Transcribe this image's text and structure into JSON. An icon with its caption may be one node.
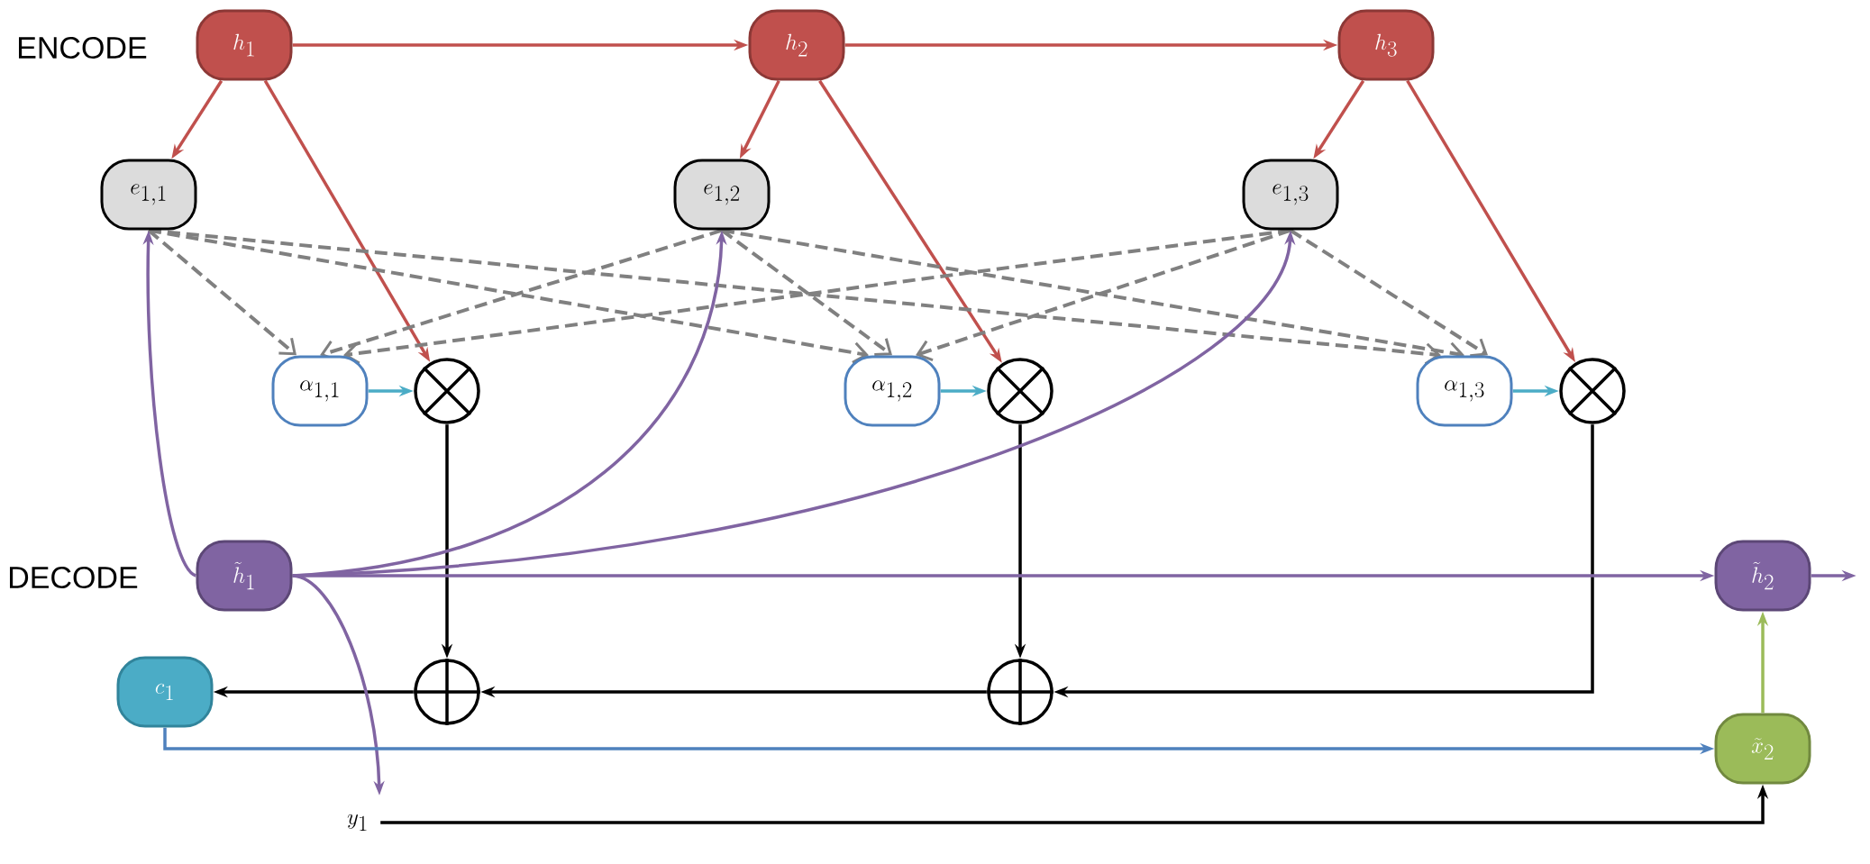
{
  "diagram": {
    "nodes": [
      {
        "text": [
          "h_1"
        ]
      },
      {
        "text": [
          "h_2"
        ]
      },
      {
        "text": [
          "h_3"
        ]
      },
      {
        "text": [
          "e_{1,1}"
        ]
      },
      {
        "text": [
          "e_{1,2}"
        ]
      },
      {
        "text": [
          "e_{1,3}"
        ]
      },
      {
        "text": [
          "\\alpha_{1,1}"
        ]
      },
      {
        "text": [],
        "shape": "cross"
      },
      {
        "text": [
          "\\alpha_{1,2}"
        ]
      },
      {
        "text": [],
        "shape": "cross"
      },
      {
        "text": [
          "\\alpha_{1,3}"
        ]
      },
      {
        "text": [],
        "shape": "cross"
      },
      {
        "text": [
          "\\tilde{h}_1"
        ]
      },
      {
        "text": [
          "\\tilde{h}_2"
        ]
      },
      {
        "text": [
          "c_1"
        ]
      },
      {
        "text": [],
        "shape": "plus"
      },
      {
        "text": [],
        "shape": "plus"
      },
      {
        "text": [
          "\\tilde{x}_2"
        ]
      },
      {
        "text": [
          "y_1"
        ]
      }
    ],
    "edges": [
      {
        "from": 0,
        "to": 1,
        "arrow": "to",
        "color": "#c0504d"
      },
      {
        "from": 1,
        "to": 2,
        "arrow": "to",
        "color": "#c0504d"
      },
      {
        "from": 0,
        "to": 3,
        "arrow": "to",
        "color": "#c0504d"
      },
      {
        "from": 0,
        "to": 7,
        "arrow": "to",
        "color": "#c0504d"
      },
      {
        "from": 1,
        "to": 4,
        "arrow": "to",
        "color": "#c0504d"
      },
      {
        "from": 1,
        "to": 9,
        "arrow": "to",
        "color": "#c0504d"
      },
      {
        "from": 2,
        "to": 5,
        "arrow": "to",
        "color": "#c0504d"
      },
      {
        "from": 2,
        "to": 11,
        "arrow": "to",
        "color": "#c0504d"
      },
      {
        "from": 3,
        "to": 6,
        "arrow": "to",
        "style": "dashed",
        "color": "#808080"
      },
      {
        "from": 3,
        "to": 8,
        "arrow": "to",
        "style": "dashed",
        "color": "#808080"
      },
      {
        "from": 3,
        "to": 10,
        "arrow": "to",
        "style": "dashed",
        "color": "#808080"
      },
      {
        "from": 4,
        "to": 6,
        "arrow": "to",
        "style": "dashed",
        "color": "#808080"
      },
      {
        "from": 4,
        "to": 8,
        "arrow": "to",
        "style": "dashed",
        "color": "#808080"
      },
      {
        "from": 4,
        "to": 10,
        "arrow": "to",
        "style": "dashed",
        "color": "#808080"
      },
      {
        "from": 5,
        "to": 6,
        "arrow": "to",
        "style": "dashed",
        "color": "#808080"
      },
      {
        "from": 5,
        "to": 8,
        "arrow": "to",
        "style": "dashed",
        "color": "#808080"
      },
      {
        "from": 5,
        "to": 10,
        "arrow": "to",
        "style": "dashed",
        "color": "#808080"
      },
      {
        "from": 6,
        "to": 7,
        "arrow": "to",
        "color": "#4bacc6"
      },
      {
        "from": 8,
        "to": 9,
        "arrow": "to",
        "color": "#4bacc6"
      },
      {
        "from": 10,
        "to": 11,
        "arrow": "to",
        "color": "#4bacc6"
      },
      {
        "from": 7,
        "to": 15,
        "arrow": "to",
        "color": "#000000"
      },
      {
        "from": 9,
        "to": 16,
        "arrow": "to",
        "color": "#000000"
      },
      {
        "from": 11,
        "to": 16,
        "arrow": "to",
        "color": "#000000"
      },
      {
        "from": 16,
        "to": 15,
        "arrow": "to",
        "color": "#000000"
      },
      {
        "from": 15,
        "to": 14,
        "arrow": "to",
        "color": "#000000"
      },
      {
        "from": 12,
        "to": 3,
        "arrow": "to",
        "color": "#8064a2"
      },
      {
        "from": 12,
        "to": 4,
        "arrow": "to",
        "color": "#8064a2"
      },
      {
        "from": 12,
        "to": 5,
        "arrow": "to",
        "color": "#8064a2"
      },
      {
        "from": 12,
        "to": 13,
        "arrow": "to",
        "color": "#8064a2"
      },
      {
        "from": 12,
        "to": 18,
        "arrow": "to",
        "color": "#8064a2"
      },
      {
        "from": 13,
        "to": null,
        "arrow": "to",
        "color": "#8064a2"
      },
      {
        "from": 14,
        "to": 17,
        "arrow": "to",
        "color": "#4f81bd"
      },
      {
        "from": 18,
        "to": 17,
        "arrow": "to",
        "color": "#000000"
      },
      {
        "from": 17,
        "to": 13,
        "arrow": "to",
        "color": "#9bbb59"
      }
    ],
    "labels": [
      "ENCODE",
      "DECODE"
    ]
  }
}
